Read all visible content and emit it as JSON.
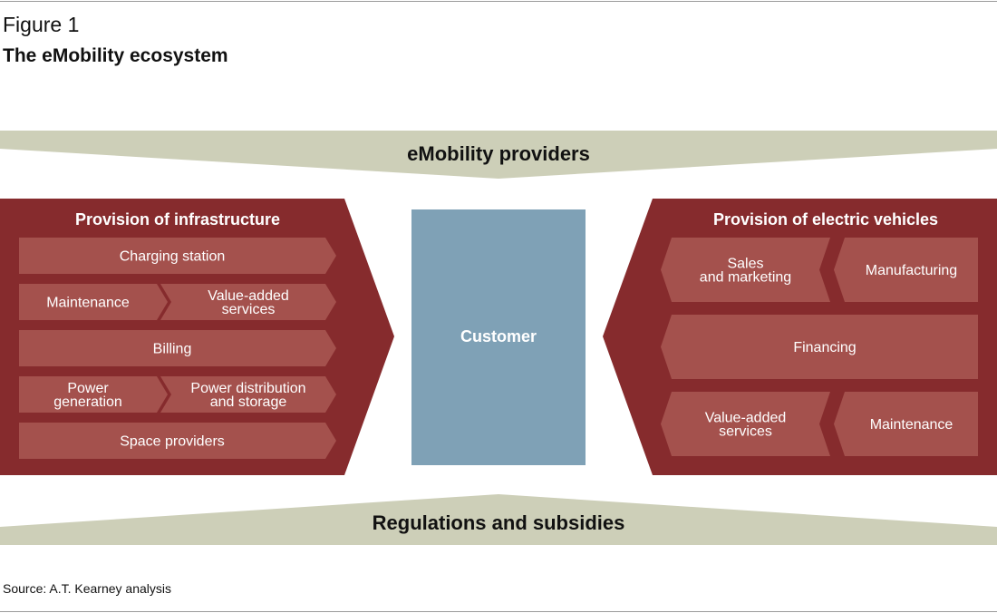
{
  "figure_label": "Figure 1",
  "title": "The eMobility ecosystem",
  "source": "Source: A.T. Kearney analysis",
  "top_band": "eMobility providers",
  "bottom_band": "Regulations and subsidies",
  "customer": "Customer",
  "left_panel": {
    "title": "Provision of infrastructure",
    "rows": [
      [
        "Charging station"
      ],
      [
        "Maintenance",
        [
          "Value-added",
          "services"
        ]
      ],
      [
        "Billing"
      ],
      [
        [
          "Power",
          "generation"
        ],
        [
          "Power distribution",
          "and storage"
        ]
      ],
      [
        "Space providers"
      ]
    ]
  },
  "right_panel": {
    "title": "Provision of electric vehicles",
    "rows": [
      [
        [
          "Sales",
          "and marketing"
        ],
        "Manufacturing"
      ],
      [
        "Financing"
      ],
      [
        [
          "Value-added",
          "services"
        ],
        "Maintenance"
      ]
    ]
  },
  "colors": {
    "panel": "#862b2d",
    "box": "#a4514d",
    "band": "#cdcfb8",
    "customer": "#7fa1b6"
  }
}
